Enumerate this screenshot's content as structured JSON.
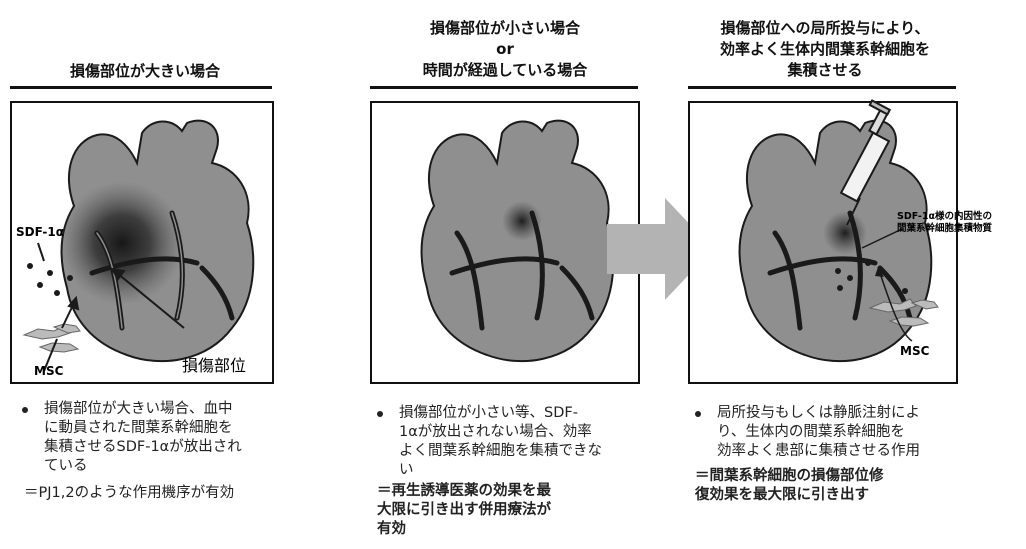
{
  "panels": [
    {
      "title_lines": [
        "損傷部位が大きい場合"
      ],
      "labels": {
        "sdf": "SDF-1α",
        "msc": "MSC",
        "damage": "損傷部位"
      },
      "bullet_lines": [
        "損傷部位が大きい場合、血中",
        "に動員された間葉系幹細胞を",
        "集積させるSDF-1αが放出され",
        "ている"
      ],
      "conclusion": "＝PJ1,2のような作用機序が有効"
    },
    {
      "title_lines": [
        "損傷部位が小さい場合",
        "or",
        "時間が経過している場合"
      ],
      "bullet_lines": [
        "損傷部位が小さい等、SDF-",
        "1αが放出されない場合、効率",
        "よく間葉系幹細胞を集積できな",
        "い"
      ],
      "conclusion_lines": [
        "＝再生誘導医薬の効果を最",
        "大限に引き出す併用療法が",
        "有効"
      ]
    },
    {
      "title_lines": [
        "損傷部位への局所投与により、",
        "効率よく生体内間葉系幹細胞を",
        "集積させる"
      ],
      "labels": {
        "sdf_like_1": "SDF-1α様の内因性の",
        "sdf_like_2": "間葉系幹細胞集積物質",
        "msc": "MSC"
      },
      "bullet_lines": [
        "局所投与もしくは静脈注射によ",
        "り、生体内の間葉系幹細胞を",
        "効率よく患部に集積させる作用"
      ],
      "conclusion_lines": [
        "＝間葉系幹細胞の損傷部位修",
        "復効果を最大限に引き出す"
      ]
    }
  ],
  "colors": {
    "heart_fill": "#8f8f8f",
    "arrow_fill": "#b3b3b3",
    "stroke": "#1a1a1a"
  }
}
